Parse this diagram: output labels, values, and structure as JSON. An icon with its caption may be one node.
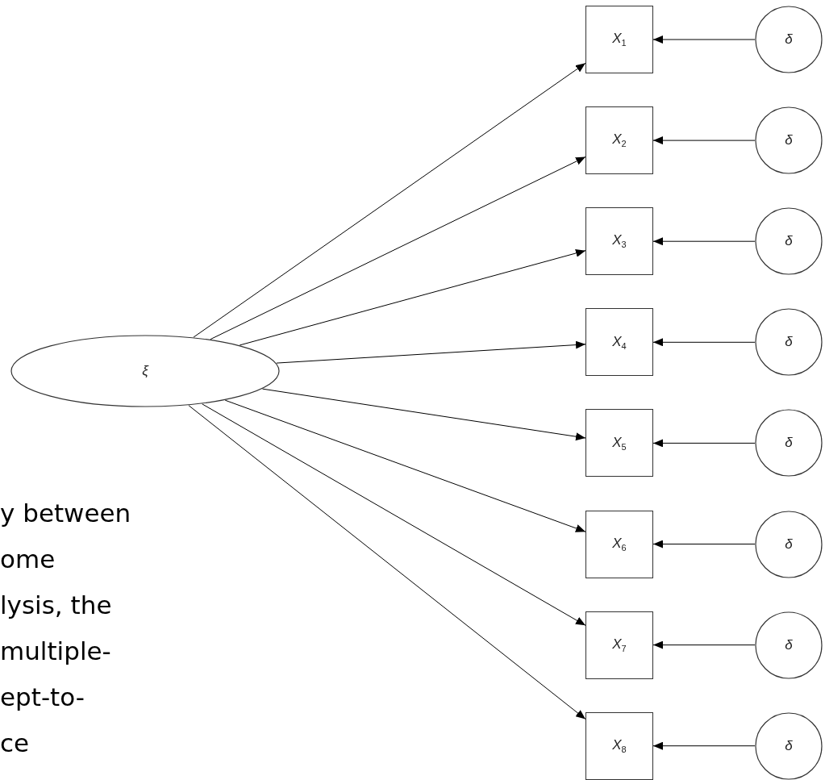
{
  "diagram": {
    "nodes": [
      {
        "text": [
          "ξ"
        ]
      },
      {
        "text": [
          "X$_{1}$"
        ]
      },
      {
        "text": [
          "X$_{2}$"
        ]
      },
      {
        "text": [
          "X$_{3}$"
        ]
      },
      {
        "text": [
          "X$_{4}$"
        ]
      },
      {
        "text": [
          "X$_{5}$"
        ]
      },
      {
        "text": [
          "X$_{6}$"
        ]
      },
      {
        "text": [
          "X$_{7}$"
        ]
      },
      {
        "text": [
          "X$_{8}$"
        ]
      },
      {
        "text": [
          "δ"
        ]
      },
      {
        "text": [
          "δ"
        ]
      },
      {
        "text": [
          "δ"
        ]
      },
      {
        "text": [
          "δ"
        ]
      },
      {
        "text": [
          "δ"
        ]
      },
      {
        "text": [
          "δ"
        ]
      },
      {
        "text": [
          "δ"
        ]
      },
      {
        "text": [
          "δ"
        ]
      }
    ],
    "edges": [
      {
        "from": 0,
        "to": 1,
        "arrow": "to"
      },
      {
        "from": 0,
        "to": 2,
        "arrow": "to"
      },
      {
        "from": 0,
        "to": 3,
        "arrow": "to"
      },
      {
        "from": 0,
        "to": 4,
        "arrow": "to"
      },
      {
        "from": 0,
        "to": 5,
        "arrow": "to"
      },
      {
        "from": 0,
        "to": 6,
        "arrow": "to"
      },
      {
        "from": 0,
        "to": 7,
        "arrow": "to"
      },
      {
        "from": 0,
        "to": 8,
        "arrow": "to"
      },
      {
        "from": 9,
        "to": 1,
        "arrow": "to"
      },
      {
        "from": 10,
        "to": 2,
        "arrow": "to"
      },
      {
        "from": 11,
        "to": 3,
        "arrow": "to"
      },
      {
        "from": 12,
        "to": 4,
        "arrow": "to"
      },
      {
        "from": 13,
        "to": 5,
        "arrow": "to"
      },
      {
        "from": 14,
        "to": 6,
        "arrow": "to"
      },
      {
        "from": 15,
        "to": 7,
        "arrow": "to"
      },
      {
        "from": 16,
        "to": 8,
        "arrow": "to"
      }
    ],
    "labels": [
      "y between",
      "ome",
      "lysis, the",
      "multiple-",
      "ept-to-",
      "ce"
    ]
  }
}
